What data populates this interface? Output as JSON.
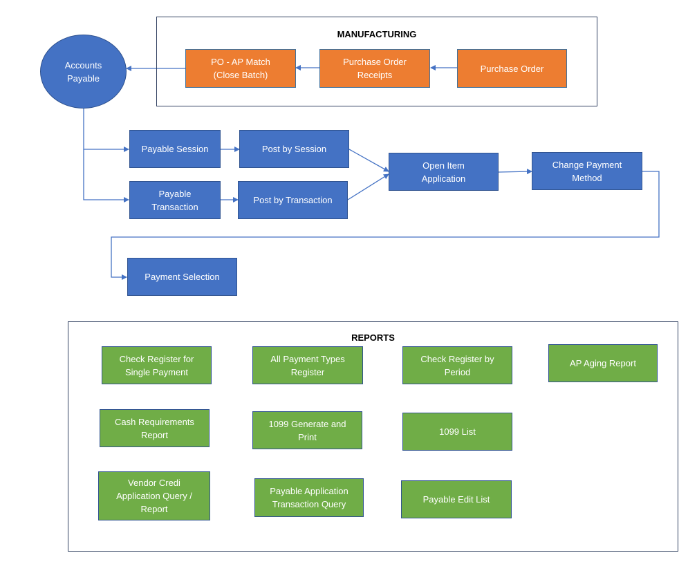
{
  "manufacturing": {
    "title": "MANUFACTURING",
    "nodes": {
      "po_ap_match": "PO - AP Match\n(Close Batch)",
      "po_receipts": "Purchase Order\nReceipts",
      "purchase_order": "Purchase Order"
    }
  },
  "flow": {
    "accounts_payable": "Accounts\nPayable",
    "payable_session": "Payable Session",
    "post_by_session": "Post by Session",
    "payable_transaction": "Payable\nTransaction",
    "post_by_transaction": "Post by Transaction",
    "open_item_application": "Open Item\nApplication",
    "change_payment_method": "Change Payment\nMethod",
    "payment_selection": "Payment Selection"
  },
  "reports": {
    "title": "REPORTS",
    "items": [
      "Check Register for\nSingle Payment",
      "All Payment Types\nRegister",
      "Check Register by\nPeriod",
      "AP Aging Report",
      "Cash Requirements\nReport",
      "1099 Generate and\nPrint",
      "1099 List",
      "Vendor Credi\nApplication Query /\nReport",
      "Payable Application\nTransaction Query",
      "Payable Edit List"
    ]
  },
  "colors": {
    "process_blue": "#4472C4",
    "manufacturing_orange": "#ED7D31",
    "report_green": "#70AD47",
    "frame_border": "#2F3F5F",
    "connector": "#4472C4"
  }
}
